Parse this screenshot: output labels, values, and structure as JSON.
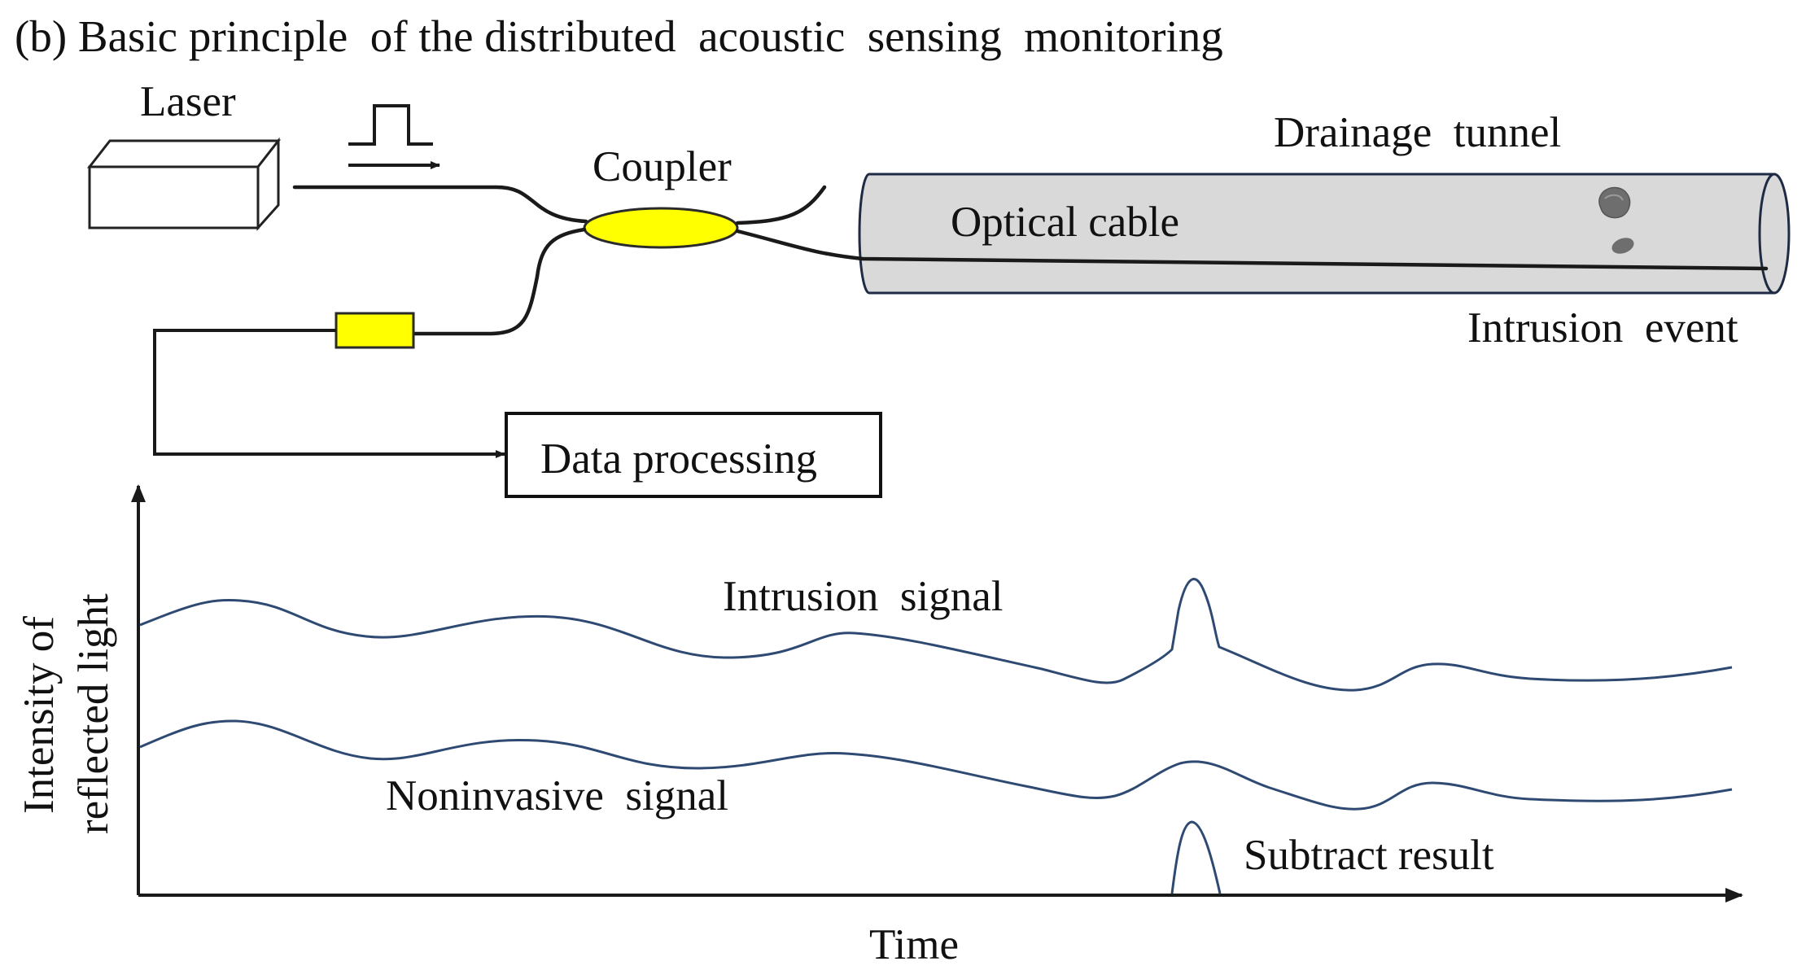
{
  "title": "(b) Basic principle  of the distributed  acoustic  sensing  monitoring",
  "components": {
    "laser": "Laser",
    "coupler": "Coupler",
    "drainage_tunnel": "Drainage  tunnel",
    "optical_cable": "Optical cable",
    "intrusion_event": "Intrusion  event",
    "data_processing": "Data processing"
  },
  "colors": {
    "coupler_fill": "#ffff00",
    "tunnel_fill": "#d9d9d9",
    "signal_line": "#2f4a72"
  },
  "plot": {
    "y_label_line1": "Intensity of",
    "y_label_line2": "reflected light",
    "x_label": "Time",
    "intrusion_signal": "Intrusion  signal",
    "noninvasive_signal": "Noninvasive  signal",
    "subtract_result": "Subtract result"
  }
}
